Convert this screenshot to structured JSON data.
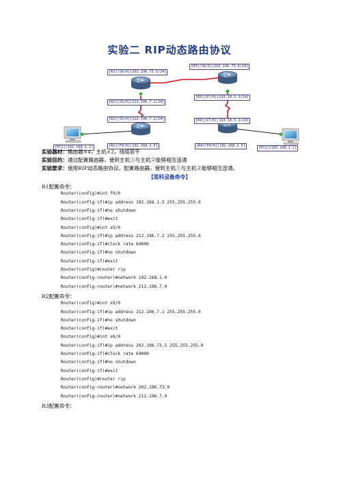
{
  "title": "实验二   RIP动态路由协议",
  "topology": {
    "labels": {
      "r2_s6": "[R2][S6/0][202.196.73.5/24]",
      "r3_s6": "[R3][S6/0][202.196.73.6/24]",
      "r2_s5": "[R2][S5/0][212.196.7.1/24]",
      "r3_s7": "[R3][S7/0][193.10.5.1/24]",
      "r1_s5": "[R1][S5/0][212.196.7.2/24]",
      "r4_s7": "[R4][S7/0][193.10.5.2/24]",
      "pc1": "[PC1][192.168.1.1]",
      "r1_f0": "[R1][F0/0][192.168.1.5]",
      "r4_f0": "[R4][F0/0][192.168.2.5]",
      "pc2": "[PC2][192.168.2.1]"
    },
    "colors": {
      "serial": "#d4121e",
      "ethernet": "#111111",
      "port": "#2bb52b",
      "router": "#5b7fa8"
    }
  },
  "meta": [
    {
      "label": "实验器材：",
      "text": "路由器×4，主机×2，线缆若干"
    },
    {
      "label": "实验目的：",
      "text": "通过配置路由器，使到主机①与主机②能够相互连通"
    },
    {
      "label": "实验要求：",
      "text": "使用RIP动态路由协议，配置路由器，使到主机①与主机②能够相互连通。"
    }
  ],
  "note": "【思科设备命令】",
  "sections": [
    {
      "heading": "R1配置命令：",
      "commands": [
        "Router(config)#int f0/0",
        "Router(config-if)#ip address 192.168.1.5 255.255.255.0",
        "Router(config-if)#no shutdown",
        "Router(config-if)#exit",
        "Router(config)#int s5/0",
        "Router(config-if)#ip address 212.196.7.2 255.255.255.0",
        "Router(config-if)#clock rate 64000",
        "Router(config-if)#no shutdown",
        "Router(config-if)#exit",
        "Router(config)#router rip",
        "Router(config-router)#network 192.168.1.0",
        "Router(config-router)#network 212.196.7.0"
      ]
    },
    {
      "heading": "R2配置命令：",
      "commands": [
        "Router(config)#int s5/0",
        "Router(config-if)#ip address 212.196.7.1 255.255.255.0",
        "Router(config-if)#no shutdown",
        "Router(config-if)#exit",
        "Router(config)#int s6/0",
        "Router(config-if)#ip address 202.196.73.5 255.255.255.0",
        "Router(config-if)#clock rate 64000",
        "Router(config-if)#no shutdown",
        "Router(config-if)#exit",
        "Router(config)#router rip",
        "Router(config-router)#network 202.196.73.0",
        "Router(config-router)#network 212.196.7.0"
      ]
    },
    {
      "heading": "R3配置命令：",
      "commands": []
    }
  ]
}
